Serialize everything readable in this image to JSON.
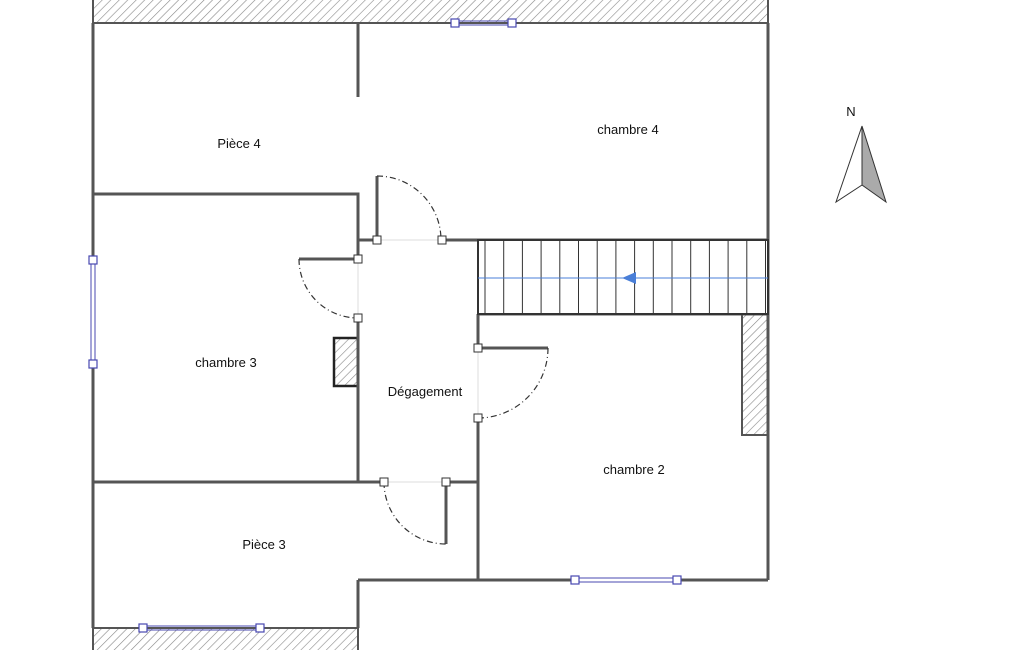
{
  "plan": {
    "rooms": [
      {
        "id": "piece-4",
        "label": "Pièce 4"
      },
      {
        "id": "chambre-4",
        "label": "chambre 4"
      },
      {
        "id": "chambre-3",
        "label": "chambre 3"
      },
      {
        "id": "degagement",
        "label": "Dégagement"
      },
      {
        "id": "chambre-2",
        "label": "chambre 2"
      },
      {
        "id": "piece-3",
        "label": "Pièce 3"
      }
    ],
    "compass": {
      "label": "N"
    },
    "colors": {
      "wall": "#555555",
      "window": "#4848b0",
      "stair_arrow": "#4a7fd8",
      "hatch": "#888888"
    }
  }
}
